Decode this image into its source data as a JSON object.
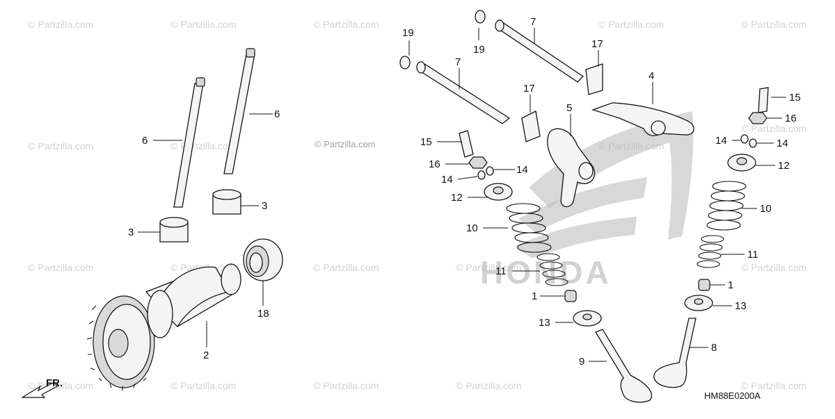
{
  "watermark": "© Partzilla.com",
  "copyright_label": "© Partzilla.com",
  "brand_logo": "HONDA",
  "diagram_code": "HM88E0200A",
  "direction_label": "FR.",
  "callouts": {
    "c1a": "1",
    "c1b": "1",
    "c2": "2",
    "c3a": "3",
    "c3b": "3",
    "c4": "4",
    "c5": "5",
    "c6a": "6",
    "c6b": "6",
    "c7a": "7",
    "c7b": "7",
    "c8": "8",
    "c9": "9",
    "c10a": "10",
    "c10b": "10",
    "c11a": "11",
    "c11b": "11",
    "c12a": "12",
    "c12b": "12",
    "c13a": "13",
    "c13b": "13",
    "c14a": "14",
    "c14b": "14",
    "c14c": "14",
    "c14d": "14",
    "c15a": "15",
    "c15b": "15",
    "c16a": "16",
    "c16b": "16",
    "c17a": "17",
    "c17b": "17",
    "c18": "18",
    "c19a": "19",
    "c19b": "19"
  }
}
